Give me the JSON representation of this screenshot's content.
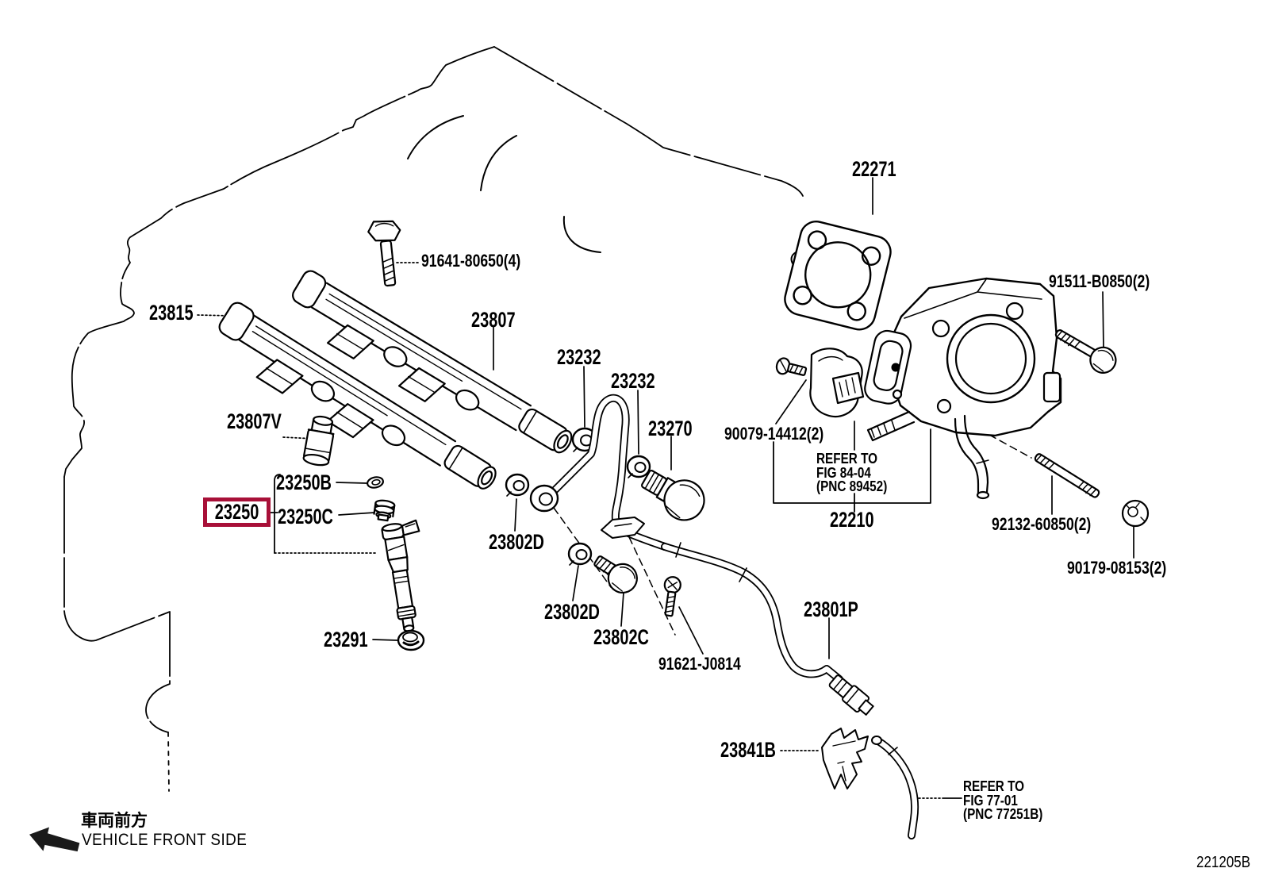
{
  "diagram": {
    "code": "221205B",
    "highlight_color": "#A81038"
  },
  "parts": {
    "p91641": {
      "label": "91641-80650(4)"
    },
    "p23815": {
      "label": "23815"
    },
    "p23807": {
      "label": "23807"
    },
    "p23807v": {
      "label": "23807V"
    },
    "p23232_1": {
      "label": "23232"
    },
    "p23232_2": {
      "label": "23232"
    },
    "p23270": {
      "label": "23270"
    },
    "p22271": {
      "label": "22271"
    },
    "p90079": {
      "label": "90079-14412(2)"
    },
    "p22210": {
      "label": "22210"
    },
    "p91511": {
      "label": "91511-B0850(2)"
    },
    "p92132": {
      "label": "92132-60850(2)"
    },
    "p90179": {
      "label": "90179-08153(2)"
    },
    "p23250": {
      "label": "23250",
      "highlighted": true
    },
    "p23250b": {
      "label": "23250B"
    },
    "p23250c": {
      "label": "23250C"
    },
    "p23291": {
      "label": "23291"
    },
    "p23802d_1": {
      "label": "23802D"
    },
    "p23802d_2": {
      "label": "23802D"
    },
    "p23802c": {
      "label": "23802C"
    },
    "p91621": {
      "label": "91621-J0814"
    },
    "p23801p": {
      "label": "23801P"
    },
    "p23841b": {
      "label": "23841B"
    }
  },
  "notes": {
    "fig84": {
      "line1": "REFER TO",
      "line2": "FIG 84-04",
      "line3": "(PNC 89452)"
    },
    "fig77": {
      "line1": "REFER TO",
      "line2": "FIG 77-01",
      "line3": "(PNC 77251B)"
    }
  },
  "footer": {
    "front_jp": "車両前方",
    "front_en": "VEHICLE FRONT SIDE"
  }
}
